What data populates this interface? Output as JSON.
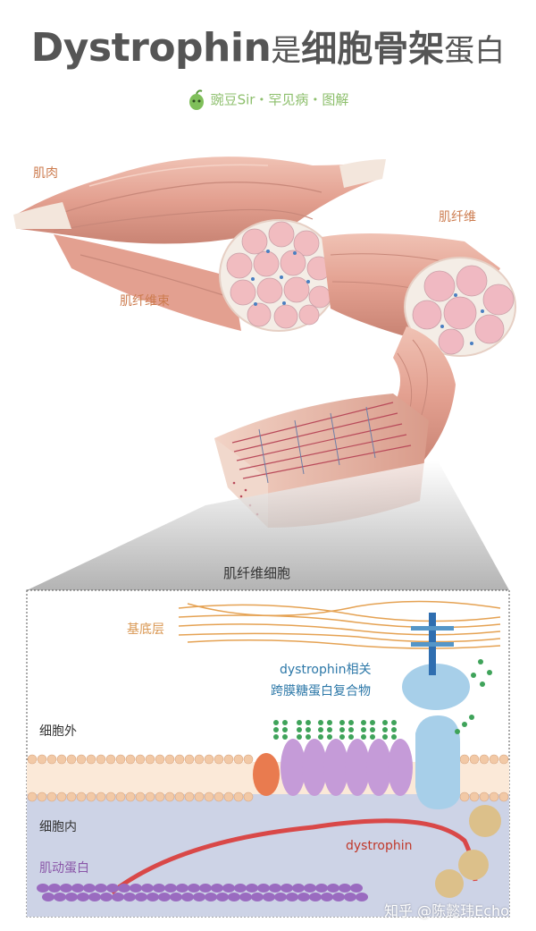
{
  "header": {
    "title_latin": "Dystrophin",
    "title_is": "是",
    "title_bold": "细胞骨架",
    "title_end": "蛋白",
    "subtitle": "豌豆Sir・罕见病・图解"
  },
  "labels": {
    "muscle": "肌肉",
    "fiber_bundle": "肌纤维束",
    "fiber": "肌纤维",
    "cell": "肌纤维细胞",
    "basal_lamina": "基底层",
    "complex_line1": "dystrophin相关",
    "complex_line2": "跨膜糖蛋白复合物",
    "extracellular": "细胞外",
    "intracellular": "细胞内",
    "dystrophin": "dystrophin",
    "actin": "肌动蛋白"
  },
  "watermark": "知乎 @陈懿玮Echo",
  "colors": {
    "muscle": "#e8a99a",
    "membrane_head": "#f2c9a6",
    "inner_bg": "#cdd3e6",
    "protein_purple": "#c59bd8",
    "protein_blue": "#a7cfe9",
    "dystrophin_red": "#d94848",
    "actin_purple": "#9a6bc0",
    "sugar_green": "#3fa35a",
    "basal_lamina": "#e5a253",
    "title_gray": "#555555",
    "subtitle_green": "#8dbf6c"
  }
}
